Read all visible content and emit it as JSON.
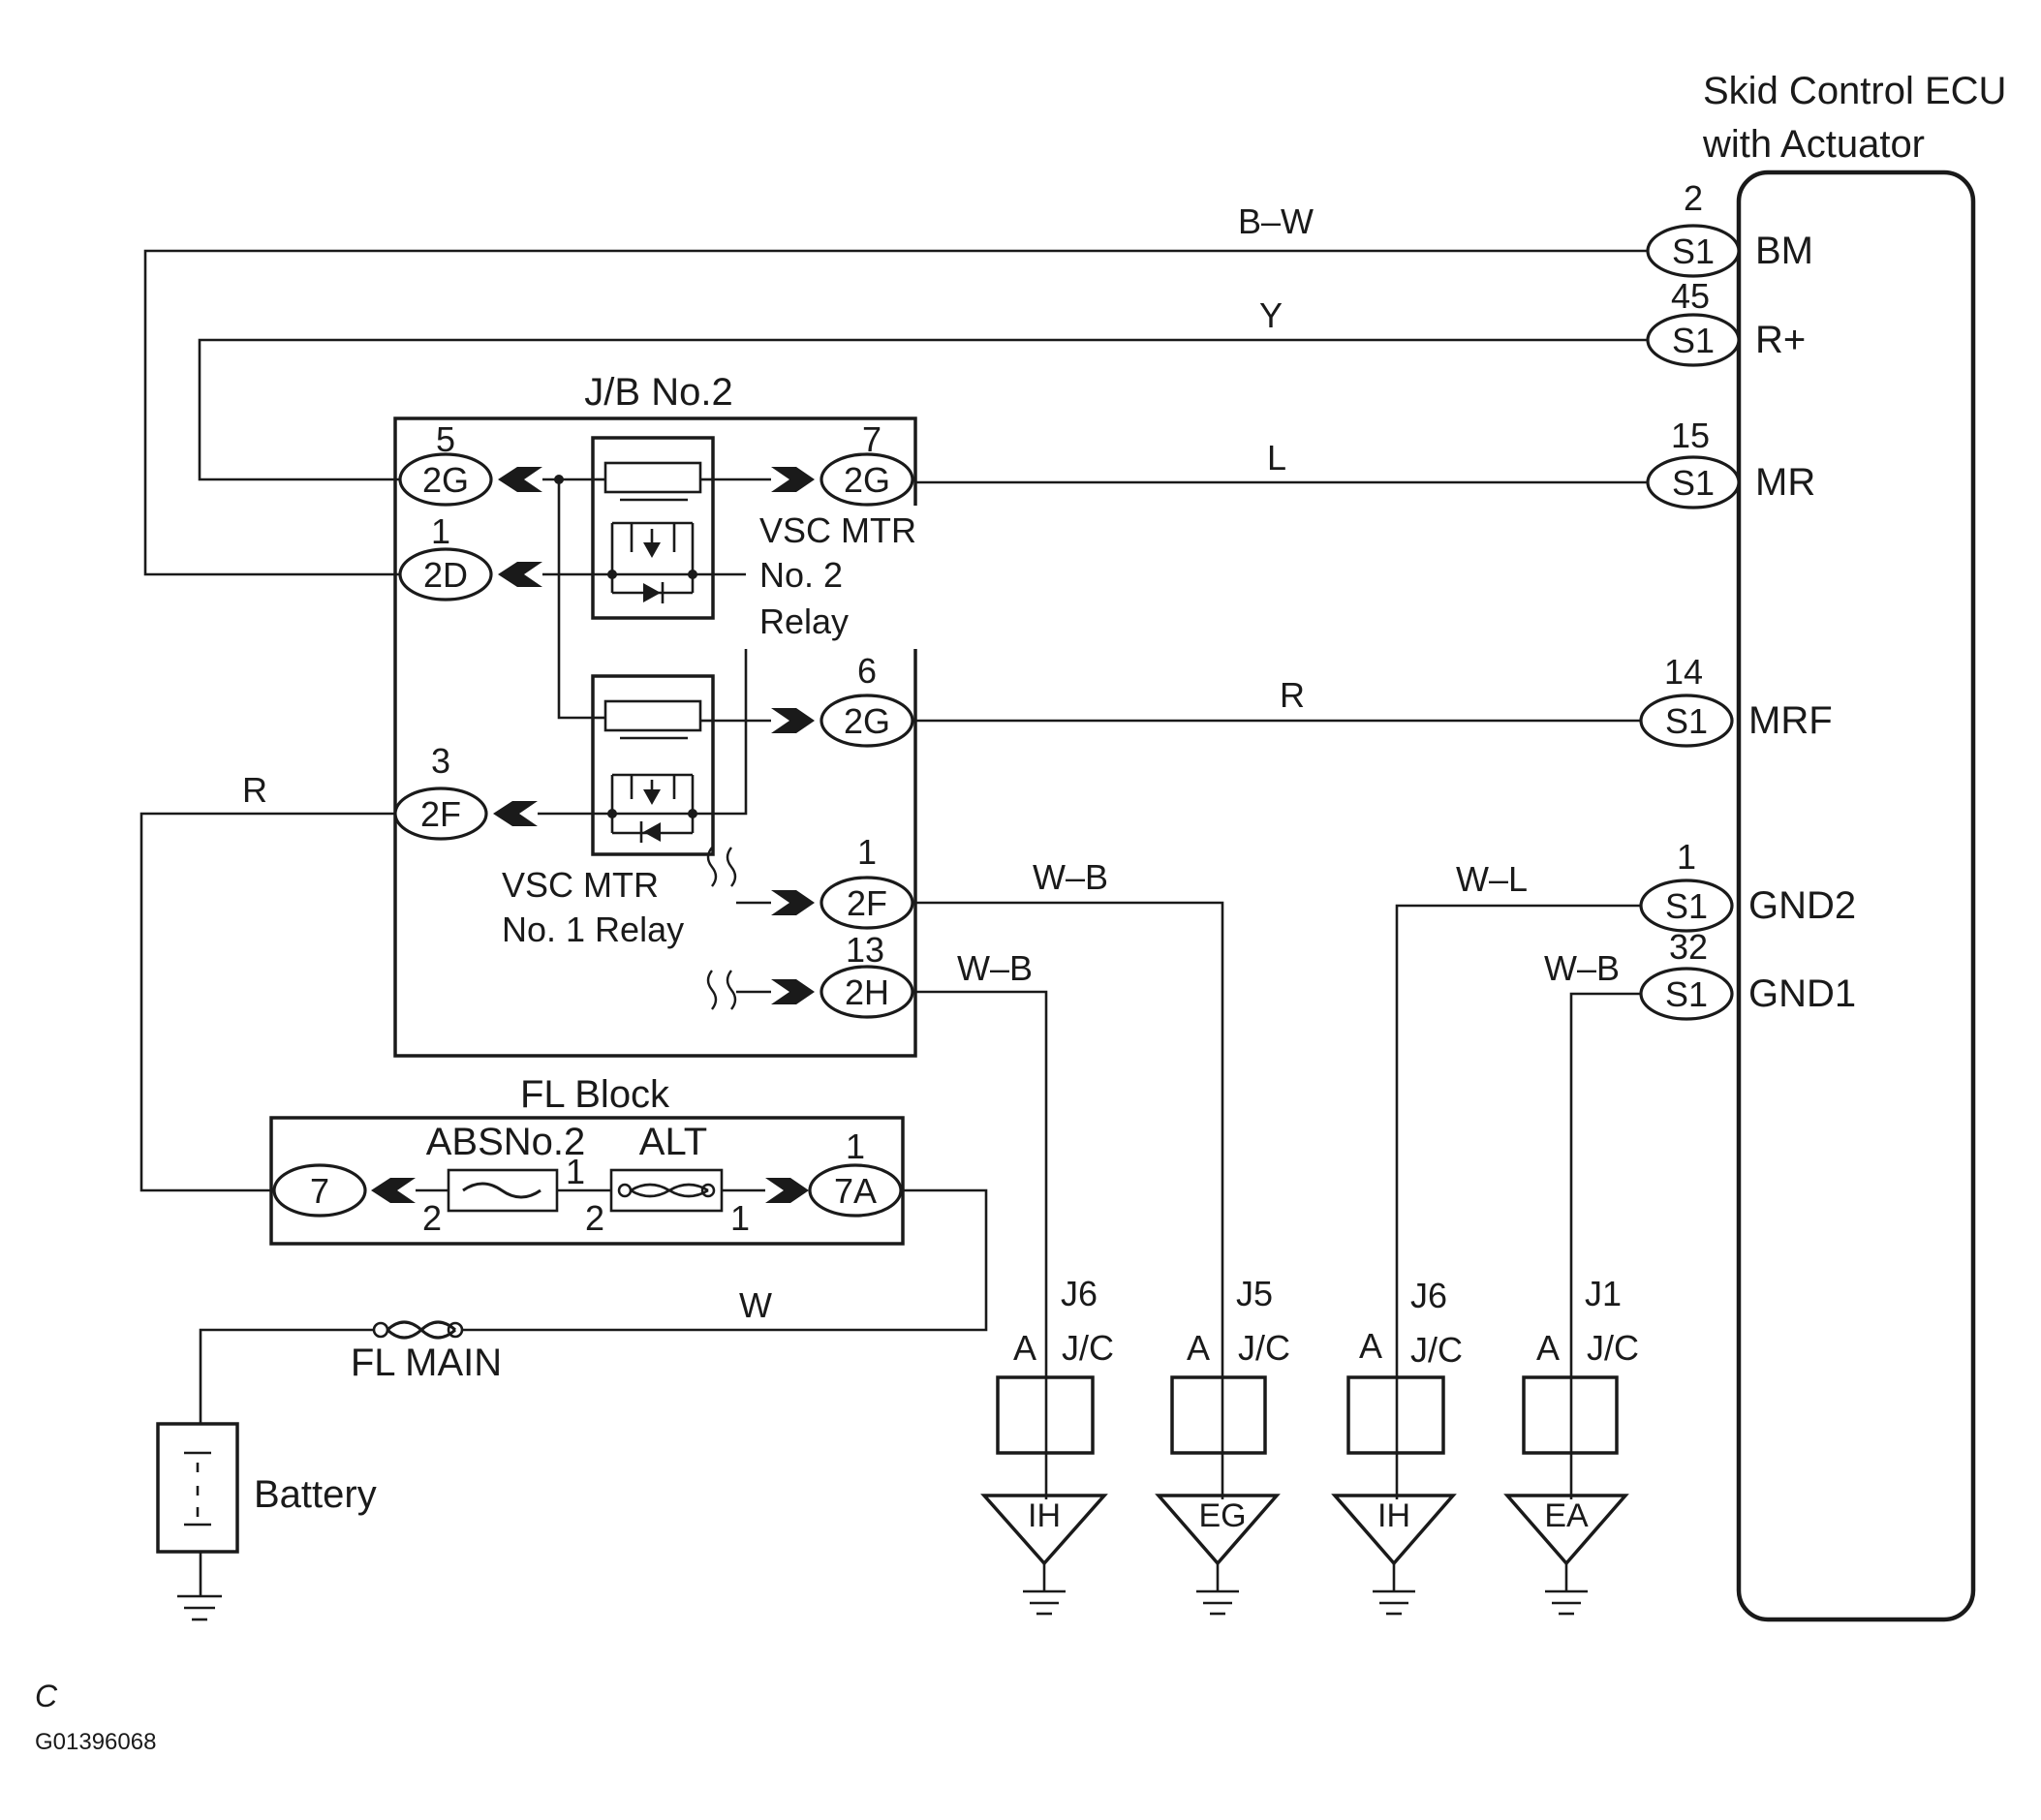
{
  "ecu": {
    "title_line1": "Skid Control ECU",
    "title_line2": "with Actuator"
  },
  "ecu_pins": [
    {
      "num": "2",
      "conn": "S1",
      "name": "BM"
    },
    {
      "num": "45",
      "conn": "S1",
      "name": "R+"
    },
    {
      "num": "15",
      "conn": "S1",
      "name": "MR"
    },
    {
      "num": "14",
      "conn": "S1",
      "name": "MRF"
    },
    {
      "num": "1",
      "conn": "S1",
      "name": "GND2"
    },
    {
      "num": "32",
      "conn": "S1",
      "name": "GND1"
    }
  ],
  "wires": {
    "bm": "B–W",
    "rplus": "Y",
    "mr": "L",
    "mrf": "R",
    "relay_r": "R",
    "gnd_2f": "W–B",
    "gnd_2h": "W–B",
    "gnd2": "W–L",
    "gnd1": "W–B",
    "battery": "W"
  },
  "jb": {
    "title": "J/B No.2",
    "c1": {
      "num": "5",
      "conn": "2G"
    },
    "c2": {
      "num": "1",
      "conn": "2D"
    },
    "c3": {
      "num": "3",
      "conn": "2F"
    },
    "c4": {
      "num": "7",
      "conn": "2G"
    },
    "c5": {
      "num": "6",
      "conn": "2G"
    },
    "c6": {
      "num": "1",
      "conn": "2F"
    },
    "c7": {
      "num": "13",
      "conn": "2H"
    },
    "relay2": {
      "line1": "VSC MTR",
      "line2": "No. 2",
      "line3": "Relay"
    },
    "relay1": {
      "line1": "VSC MTR",
      "line2": "No. 1 Relay"
    }
  },
  "fl": {
    "title": "FL Block",
    "fuse1": "ABSNo.2",
    "fuse2": "ALT",
    "c_left": "7",
    "c_right": {
      "num": "1",
      "conn": "7A"
    },
    "pins": {
      "f1_left": "2",
      "f1_right": "1",
      "f2_left": "2",
      "f2_right": "1"
    }
  },
  "fl_main": "FL MAIN",
  "battery": "Battery",
  "jcs": [
    {
      "id": "J6",
      "pin": "A",
      "type": "J/C",
      "ground": "IH"
    },
    {
      "id": "J5",
      "pin": "A",
      "type": "J/C",
      "ground": "EG"
    },
    {
      "id": "J6",
      "pin": "A",
      "type": "J/C",
      "ground": "IH"
    },
    {
      "id": "J1",
      "pin": "A",
      "type": "J/C",
      "ground": "EA"
    }
  ],
  "footer": {
    "letter": "C",
    "code": "G01396068"
  }
}
